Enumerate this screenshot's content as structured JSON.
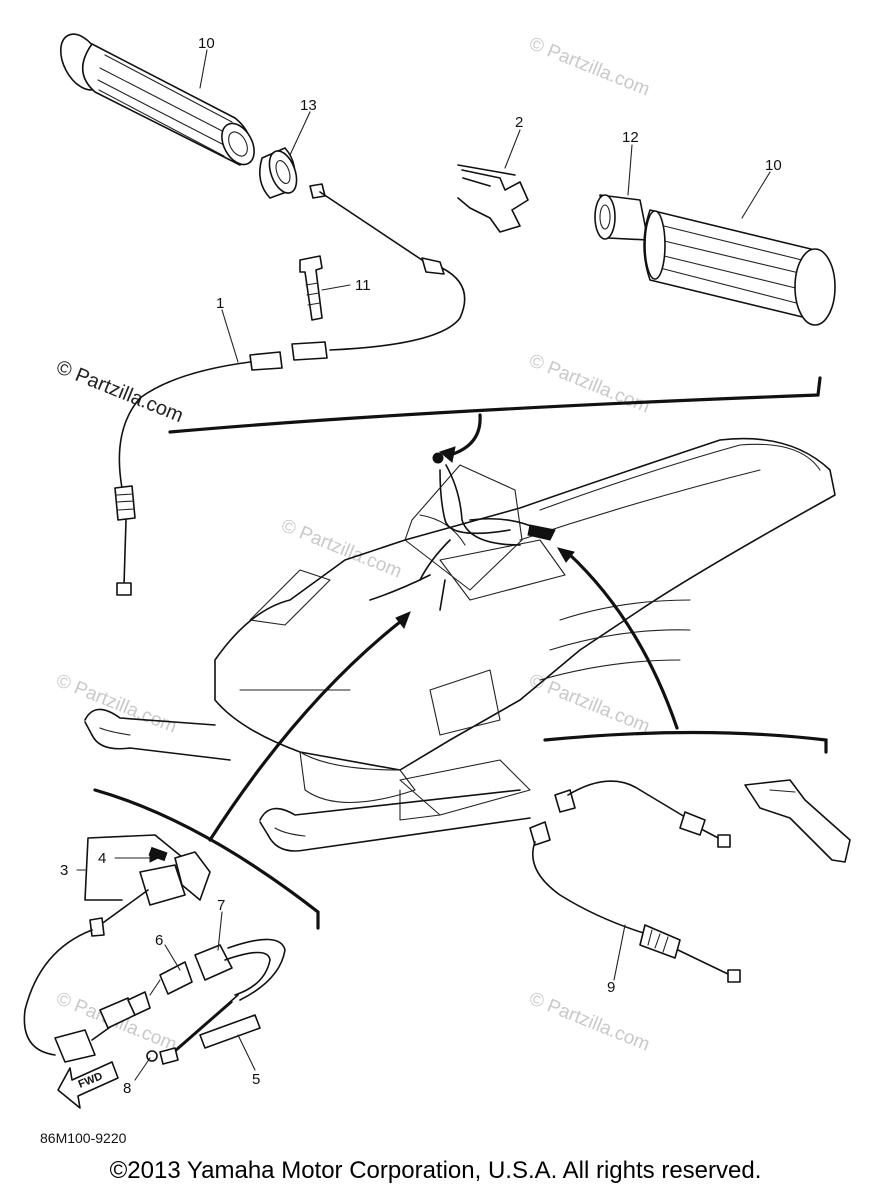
{
  "diagram": {
    "part_labels": [
      "10",
      "13",
      "2",
      "12",
      "10",
      "11",
      "1",
      "3",
      "4",
      "7",
      "6",
      "5",
      "8",
      "9"
    ],
    "watermarks": [
      "© Partzilla.com",
      "© Partzilla.com",
      "© Partzilla.com",
      "© Partzilla.com",
      "© Partzilla.com",
      "© Partzilla.com",
      "© Partzilla.com",
      "© Partzilla.com",
      "© Partzilla.com"
    ],
    "fwd_label": "FWD",
    "diagram_code": "86M100-9220"
  },
  "footer": {
    "copyright": "©2013 Yamaha Motor Corporation, U.S.A. All rights reserved."
  }
}
